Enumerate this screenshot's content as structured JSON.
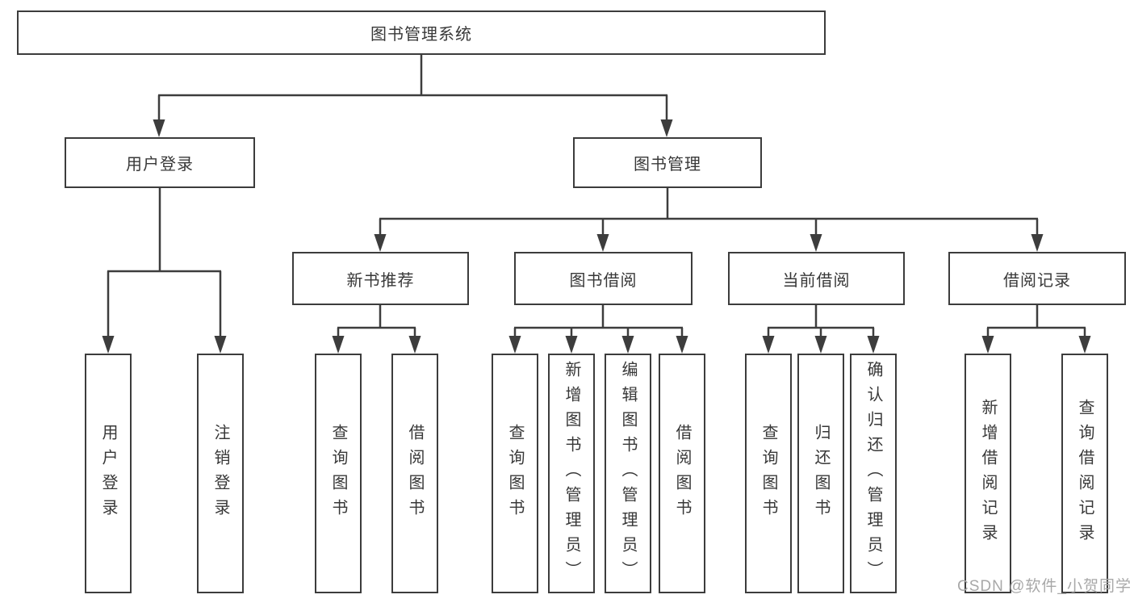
{
  "diagram": {
    "root": {
      "label": "图书管理系统"
    },
    "user_branch": {
      "label": "用户登录",
      "children": [
        {
          "label": "用户登录"
        },
        {
          "label": "注销登录"
        }
      ]
    },
    "book_branch": {
      "label": "图书管理",
      "sections": [
        {
          "label": "新书推荐",
          "children": [
            {
              "label": "查询图书"
            },
            {
              "label": "借阅图书"
            }
          ]
        },
        {
          "label": "图书借阅",
          "children": [
            {
              "label": "查询图书"
            },
            {
              "label": "新增图书（管理员）"
            },
            {
              "label": "编辑图书（管理员）"
            },
            {
              "label": "借阅图书"
            }
          ]
        },
        {
          "label": "当前借阅",
          "children": [
            {
              "label": "查询图书"
            },
            {
              "label": "归还图书"
            },
            {
              "label": "确认归还（管理员）"
            }
          ]
        },
        {
          "label": "借阅记录",
          "children": [
            {
              "label": "新增借阅记录"
            },
            {
              "label": "查询借阅记录"
            }
          ]
        }
      ]
    },
    "watermark": "CSDN @软件_小贺同学",
    "colors": {
      "line": "#3d3d3d",
      "box_border": "#3c3c3c",
      "box_background": "#ffffff",
      "text": "#383838",
      "watermark": "#a8a8a8"
    }
  }
}
